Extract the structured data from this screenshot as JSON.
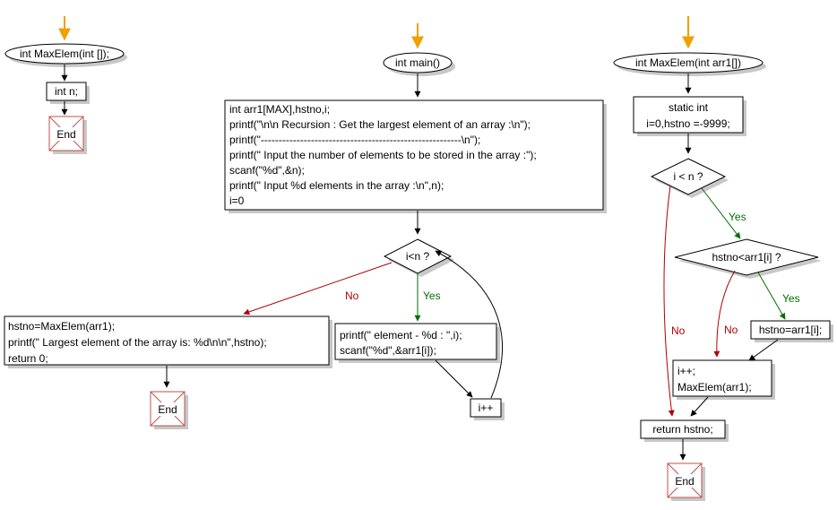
{
  "colors": {
    "start_arrow": "#f0a000",
    "no_branch": "#b00000",
    "yes_branch": "#007000",
    "end_border": "#c0504d",
    "shadow": "#c8c8c8"
  },
  "left": {
    "proto_label": "int MaxElem(int []);",
    "decl_label": "int n;",
    "end_label": "End"
  },
  "main": {
    "start_label": "int main()",
    "init_lines": [
      "int arr1[MAX],hstno,i;",
      "printf(\"\\n\\n Recursion : Get the largest element of an array :\\n\");",
      "printf(\"--------------------------------------------------------\\n\");",
      "printf(\" Input the number of elements to be stored in the array :\");",
      "scanf(\"%d\",&n);",
      "printf(\" Input %d elements in the array :\\n\",n);",
      "i=0"
    ],
    "cond_label": "i<n ?",
    "no_label": "No",
    "yes_label": "Yes",
    "result_lines": [
      "hstno=MaxElem(arr1);",
      "printf(\" Largest element of the array is: %d\\n\\n\",hstno);",
      "return 0;"
    ],
    "input_lines": [
      "printf(\" element - %d : \",i);",
      "scanf(\"%d\",&arr1[i]);"
    ],
    "inc_label": "i++",
    "end_label": "End"
  },
  "func": {
    "start_label": "int MaxElem(int arr1[])",
    "static_lines": [
      "static int",
      "i=0,hstno =-9999;"
    ],
    "cond1_label": "i < n ?",
    "yes1_label": "Yes",
    "no1_label": "No",
    "cond2_label": "hstno<arr1[i] ?",
    "yes2_label": "Yes",
    "no2_label": "No",
    "assign_label": "hstno=arr1[i];",
    "recur_lines": [
      "i++;",
      "MaxElem(arr1);"
    ],
    "return_label": "return hstno;",
    "end_label": "End"
  }
}
